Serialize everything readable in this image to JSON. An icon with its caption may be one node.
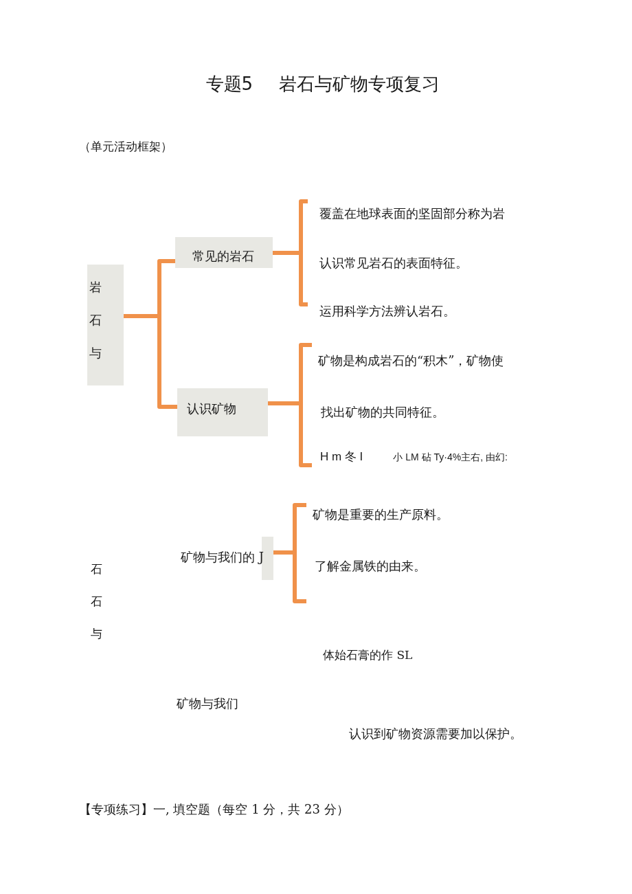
{
  "diagram": {
    "title": "专题5 岩石与矿物专项复习",
    "nodes": [
      {
        "text": [
          "岩石与"
        ]
      },
      {
        "text": [
          "常见的岩石"
        ]
      },
      {
        "text": [
          "认识矿物"
        ]
      },
      {
        "text": [
          "矿物与我们的 J"
        ]
      },
      {
        "text": [
          "覆盖在地球表面的坚固部分称为岩"
        ]
      },
      {
        "text": [
          "认识常见岩石的表面特征。"
        ]
      },
      {
        "text": [
          "运用科学方法辨认岩石。"
        ]
      },
      {
        "text": [
          "矿物是构成岩石的“积木”，矿物使"
        ]
      },
      {
        "text": [
          "找出矿物的共同特征。"
        ]
      },
      {
        "text": [
          "H m 冬 I",
          "小 LM 砧 Ty·4%主右, 由幻:"
        ]
      },
      {
        "text": [
          "矿物是重要的生产原料。"
        ]
      },
      {
        "text": [
          "了解金属铁的由来。"
        ]
      }
    ],
    "edges": [
      {
        "from": 0,
        "to": 1,
        "arrow": "none"
      },
      {
        "from": 0,
        "to": 2,
        "arrow": "none"
      },
      {
        "from": 1,
        "to": 4,
        "arrow": "none"
      },
      {
        "from": 1,
        "to": 5,
        "arrow": "none"
      },
      {
        "from": 1,
        "to": 6,
        "arrow": "none"
      },
      {
        "from": 2,
        "to": 7,
        "arrow": "none"
      },
      {
        "from": 2,
        "to": 8,
        "arrow": "none"
      },
      {
        "from": 2,
        "to": 9,
        "arrow": "none"
      },
      {
        "from": 3,
        "to": 10,
        "arrow": "none"
      },
      {
        "from": 3,
        "to": 11,
        "arrow": "none"
      }
    ],
    "labels": [
      "（单元活动框架）",
      "石石与",
      "体始石膏的作 SL",
      "矿物与我们",
      "认识到矿物资源需要加以保护。",
      "【专项练习】一, 填空题（每空 1 分，共 23 分）"
    ]
  }
}
